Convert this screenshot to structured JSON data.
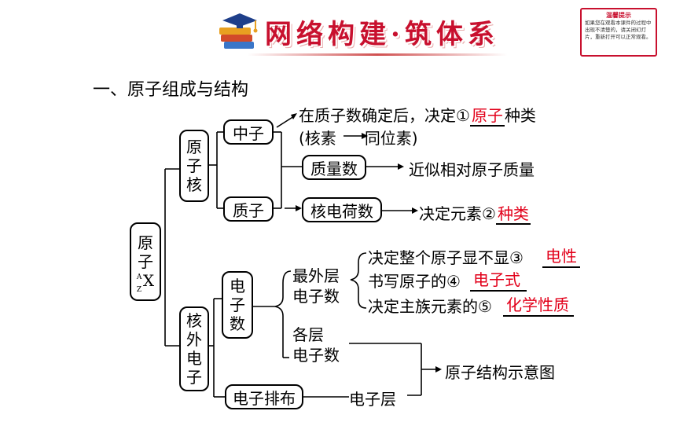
{
  "header": {
    "banner_title": "网络构建·筑体系",
    "tip_title": "温馨提示",
    "tip_body": "如果您在观看本课件的过程中出现不清楚的，请关闭幻灯片，重新打开可以正常观看。"
  },
  "section_title": "一、原子组成与结构",
  "tree": {
    "root": "原子",
    "root_symbol": "X",
    "root_A": "A",
    "root_Z": "Z",
    "nucleus": [
      "原",
      "子",
      "核"
    ],
    "neutron": "中子",
    "proton": "质子",
    "mass_number": "质量数",
    "nuclear_charge": "核电荷数",
    "extranuclear": [
      "核",
      "外",
      "电",
      "子"
    ],
    "electron_count": [
      "电",
      "子",
      "数"
    ],
    "electron_config": "电子排布",
    "outer_shell": [
      "最外层",
      "电子数"
    ],
    "each_shell": [
      "各层",
      "电子数"
    ],
    "electron_shell": "电子层"
  },
  "statements": {
    "neutron_1a": "在质子数确定后，决定①",
    "neutron_1b": "种类",
    "neutron_2": "(核素",
    "neutron_2b": "同位素)",
    "mass": "近似相对原子质量",
    "charge": "决定元素②",
    "outer_a": "决定整个原子显不显③",
    "outer_b": "书写原子的④",
    "outer_c": "决定主族元素的⑤",
    "diagram": "原子结构示意图"
  },
  "answers": {
    "a1": "原子",
    "a2": "种类",
    "a3": "电性",
    "a4": "电子式",
    "a5": "化学性质"
  },
  "colors": {
    "accent_red": "#e2001a",
    "banner_red": "#c8102e"
  }
}
